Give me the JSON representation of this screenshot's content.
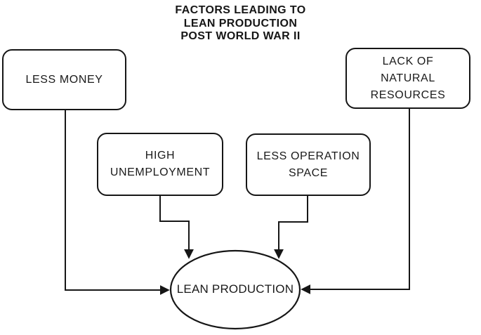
{
  "diagram": {
    "title": "FACTORS LEADING TO\nLEAN PRODUCTION\nPOST WORLD WAR II",
    "nodes": [
      {
        "id": "less-money",
        "label": "LESS MONEY",
        "shape": "rounded-rect"
      },
      {
        "id": "lack-of-natural-resources",
        "label": "LACK OF NATURAL RESOURCES",
        "shape": "rounded-rect"
      },
      {
        "id": "high-unemployment",
        "label": "HIGH UNEMPLOYMENT",
        "shape": "rounded-rect"
      },
      {
        "id": "less-operation-space",
        "label": "LESS OPERATION SPACE",
        "shape": "rounded-rect"
      },
      {
        "id": "lean-production",
        "label": "LEAN PRODUCTION",
        "shape": "ellipse"
      }
    ],
    "edges": [
      {
        "from": "less-money",
        "to": "lean-production",
        "arrow": "right"
      },
      {
        "from": "high-unemployment",
        "to": "lean-production",
        "arrow": "down"
      },
      {
        "from": "less-operation-space",
        "to": "lean-production",
        "arrow": "down"
      },
      {
        "from": "lack-of-natural-resources",
        "to": "lean-production",
        "arrow": "left"
      }
    ],
    "colors": {
      "line": "#161616",
      "text": "#1a1a1a",
      "background": "#ffffff",
      "node_fill": "#ffffff"
    }
  }
}
